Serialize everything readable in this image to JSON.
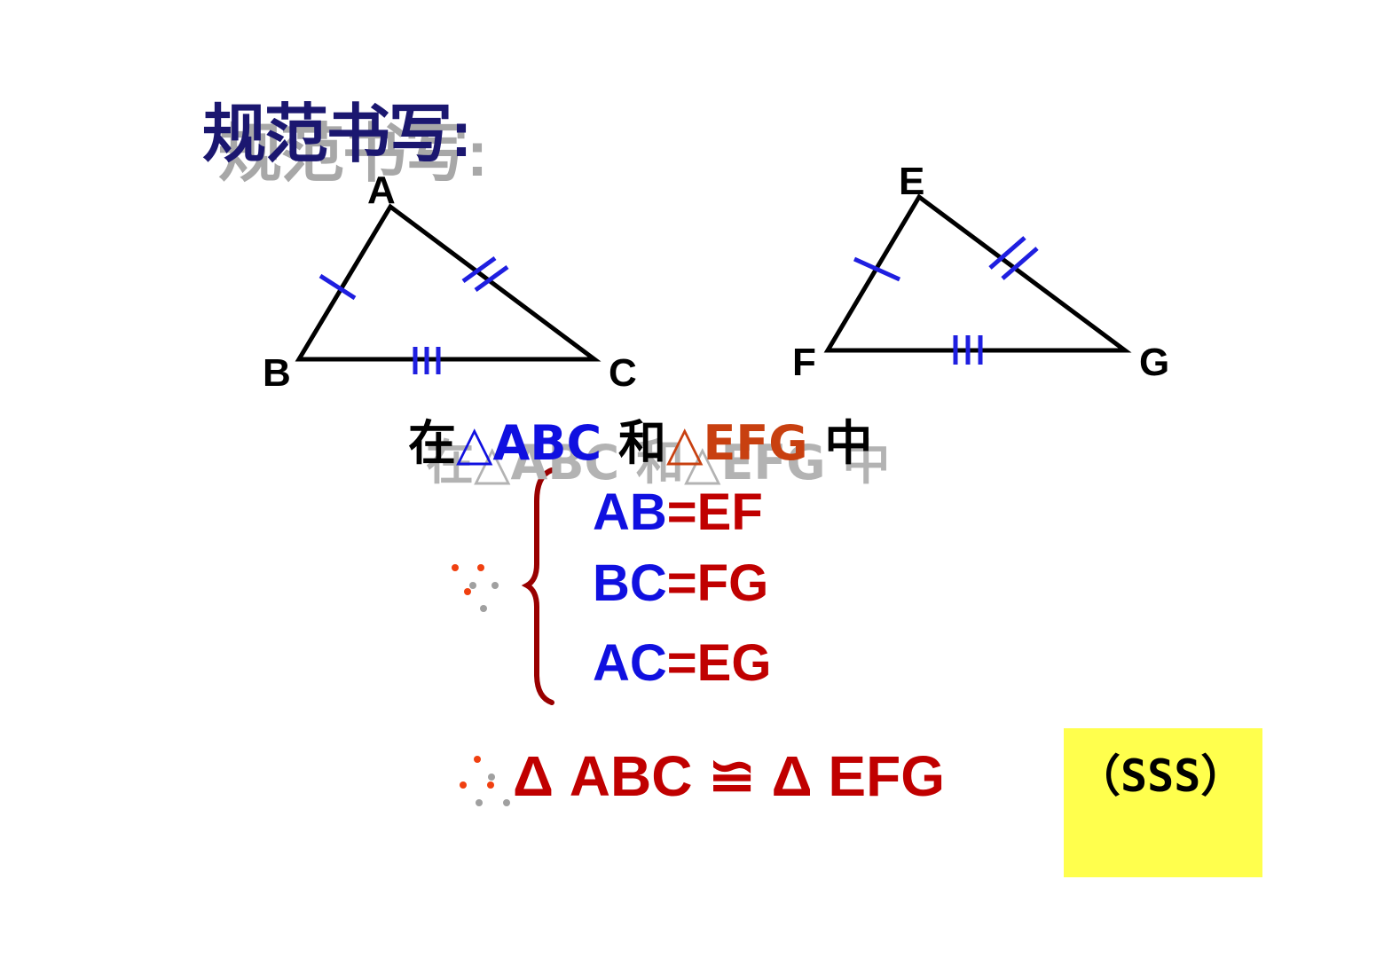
{
  "title": "规范书写:",
  "triangle1": {
    "vertices": {
      "a": "A",
      "b": "B",
      "c": "C"
    }
  },
  "triangle2": {
    "vertices": {
      "e": "E",
      "f": "F",
      "g": "G"
    }
  },
  "in_statement": {
    "prefix": "在",
    "tri1_symbol": "△",
    "tri1_name": "ABC",
    "conjunction": "和",
    "tri2_symbol": "△",
    "tri2_name": "EFG",
    "suffix": "中"
  },
  "because_symbol": "∵",
  "conditions": [
    {
      "left": "AB",
      "eq": "=",
      "right": "EF"
    },
    {
      "left": "BC",
      "eq": "=",
      "right": "FG"
    },
    {
      "left": "AC",
      "eq": "=",
      "right": "EG"
    }
  ],
  "therefore_symbol": "∴",
  "conclusion": "Δ ABC ≌ Δ EFG",
  "reason": "（SSS）",
  "colors": {
    "title": "#1b1770",
    "triangle_line": "#000000",
    "tick_mark": "#1f1fe0",
    "blue_text": "#1010e0",
    "red_text": "#c00000",
    "orange_text": "#c84010",
    "brace": "#990000",
    "highlight_box": "#ffff4d"
  }
}
